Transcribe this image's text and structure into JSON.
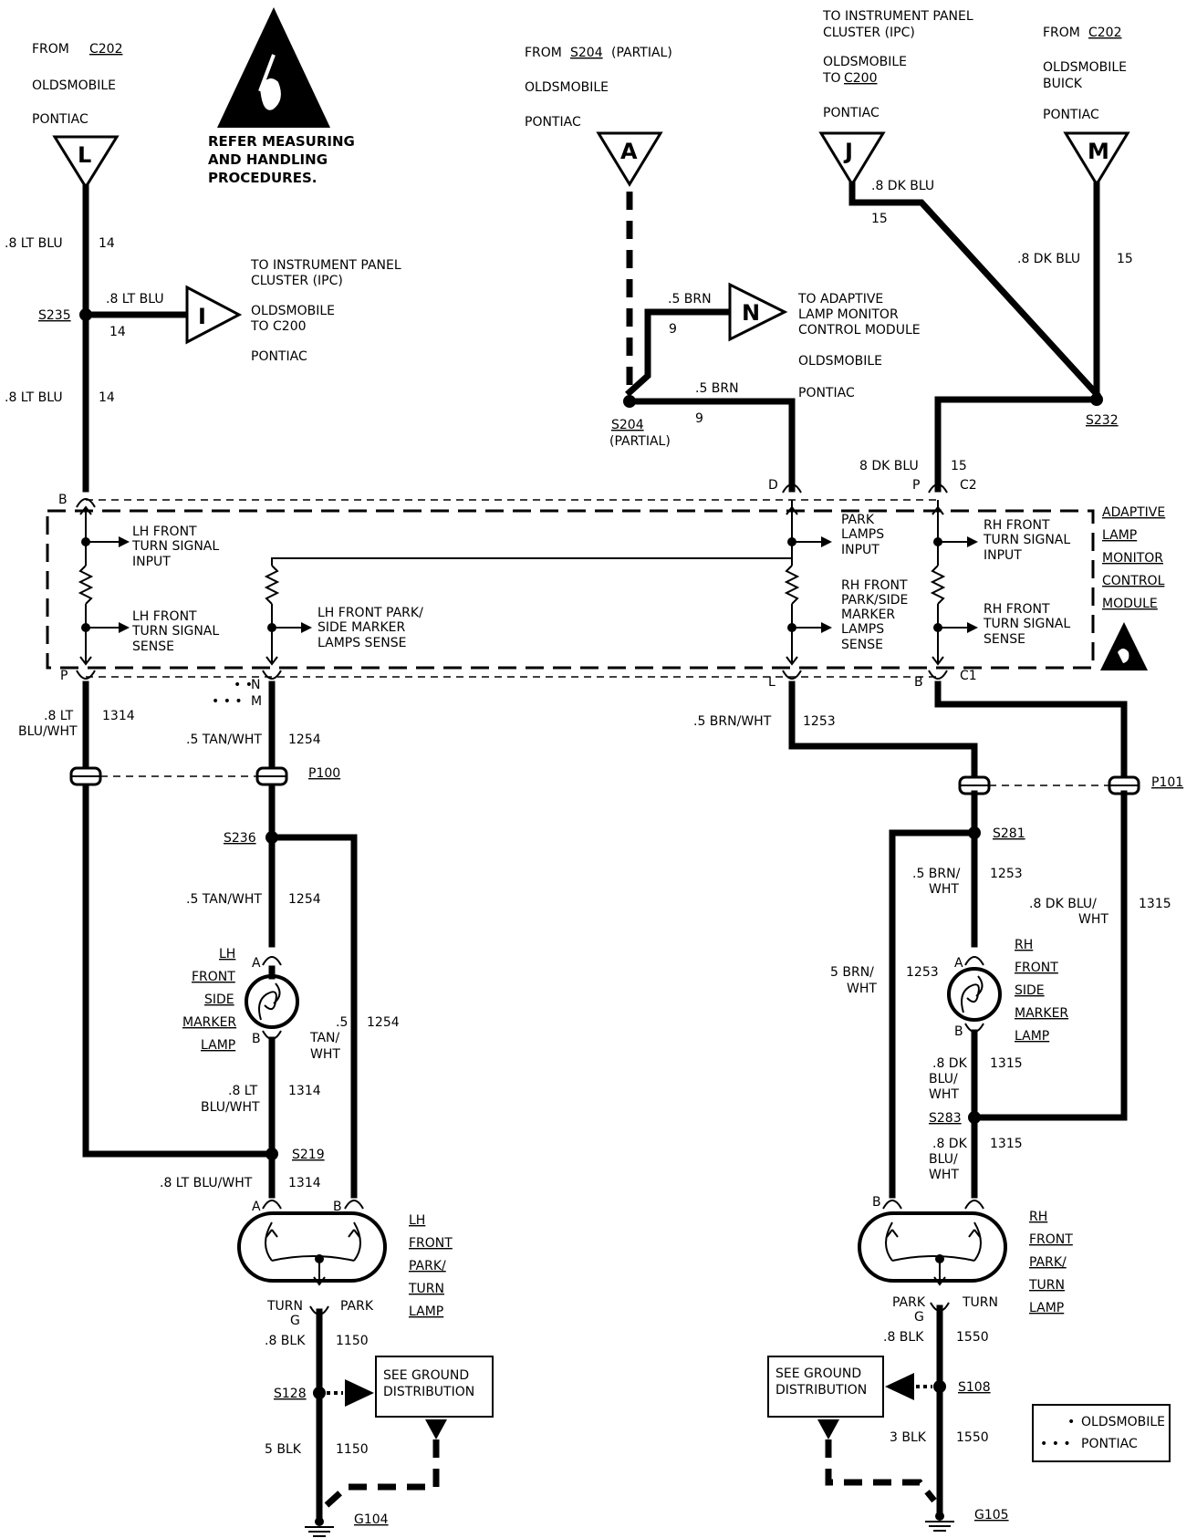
{
  "esd_top": {
    "text": [
      "REFER MEASURING",
      "AND HANDLING",
      "PROCEDURES."
    ]
  },
  "conn_L": {
    "letter": "L",
    "from": "FROM",
    "ref": "C202",
    "l1": "OLDSMOBILE",
    "l2": "PONTIAC"
  },
  "conn_A": {
    "letter": "A",
    "from": "FROM",
    "ref": "S204",
    "suffix": "(PARTIAL)",
    "l1": "OLDSMOBILE",
    "l2": "PONTIAC"
  },
  "conn_J": {
    "letter": "J",
    "l1": "TO INSTRUMENT PANEL",
    "l2": "CLUSTER (IPC)",
    "l3": "OLDSMOBILE",
    "l4": "TO",
    "l4ref": "C200",
    "l5": "PONTIAC"
  },
  "conn_M": {
    "letter": "M",
    "from": "FROM",
    "ref": "C202",
    "l1": "OLDSMOBILE",
    "l2": "BUICK",
    "l3": "PONTIAC"
  },
  "conn_I": {
    "letter": "I",
    "l1": "TO INSTRUMENT PANEL",
    "l2": "CLUSTER (IPC)",
    "l3": "OLDSMOBILE",
    "l4": "TO C200",
    "l5": "PONTIAC"
  },
  "conn_N": {
    "letter": "N",
    "l1": "TO ADAPTIVE",
    "l2": "LAMP MONITOR",
    "l3": "CONTROL MODULE",
    "l4": "OLDSMOBILE",
    "l5": "PONTIAC"
  },
  "wires": {
    "lt_blu": ".8 LT BLU",
    "c14": "14",
    "brn": ".5 BRN",
    "c9": "9",
    "dk_blu": ".8 DK BLU",
    "dk_blu_b": "8 DK BLU",
    "c15": "15",
    "lt_blu_wht_1": ".8 LT",
    "lt_blu_wht_2": "BLU/WHT",
    "c1314": "1314",
    "tan_wht": ".5 TAN/WHT",
    "c1254": "1254",
    "tan_a": ".5",
    "tan_b": "TAN/",
    "tan_c": "WHT",
    "brn_wht": ".5 BRN/WHT",
    "c1253": "1253",
    "brn_wht_a": ".5 BRN/",
    "brn_wht_b": "WHT",
    "brn5_a": "5 BRN/",
    "brn5_b": "WHT",
    "dkblu_wht_a": ".8 DK BLU/",
    "dkblu_wht_b": "WHT",
    "c1315": "1315",
    "dk_a": ".8 DK",
    "dk_b": "BLU/",
    "dk_c": "WHT",
    "lt_blu_wht_full": ".8 LT BLU/WHT",
    "blk_8": ".8 BLK",
    "c1150": "1150",
    "blk_5": "5 BLK",
    "c1550": "1550",
    "blk_3": "3 BLK"
  },
  "splices": {
    "s235": "S235",
    "s204": "S204",
    "s204b": "(PARTIAL)",
    "s232": "S232",
    "s236": "S236",
    "s219": "S219",
    "s281": "S281",
    "s283": "S283",
    "s128": "S128",
    "s108": "S108",
    "p100": "P100",
    "p101": "P101",
    "g104": "G104",
    "g105": "G105"
  },
  "pins": {
    "b": "B",
    "d": "D",
    "p": "P",
    "c2": "C2",
    "p2": "P",
    "n": "N",
    "m": "M",
    "l": "L",
    "b2": "B",
    "c1": "C1",
    "a": "A"
  },
  "module": {
    "name": [
      "ADAPTIVE",
      "LAMP",
      "MONITOR",
      "CONTROL",
      "MODULE"
    ],
    "lh_input": [
      "LH FRONT",
      "TURN SIGNAL",
      "INPUT"
    ],
    "lh_sense": [
      "LH FRONT",
      "TURN SIGNAL",
      "SENSE"
    ],
    "lh_park": [
      "LH FRONT PARK/",
      "SIDE MARKER",
      "LAMPS SENSE"
    ],
    "park_in": [
      "PARK",
      "LAMPS",
      "INPUT"
    ],
    "rh_park": [
      "RH FRONT",
      "PARK/SIDE",
      "MARKER",
      "LAMPS",
      "SENSE"
    ],
    "rh_input": [
      "RH FRONT",
      "TURN SIGNAL",
      "INPUT"
    ],
    "rh_sense": [
      "RH FRONT",
      "TURN SIGNAL",
      "SENSE"
    ]
  },
  "lamps": {
    "lh_side": [
      "LH",
      "FRONT",
      "SIDE",
      "MARKER",
      "LAMP"
    ],
    "rh_side": [
      "RH",
      "FRONT",
      "SIDE",
      "MARKER",
      "LAMP"
    ],
    "lh_park": [
      "LH",
      "FRONT",
      "PARK/",
      "TURN",
      "LAMP"
    ],
    "rh_park": [
      "RH",
      "FRONT",
      "PARK/",
      "TURN",
      "LAMP"
    ],
    "turn": "TURN",
    "park": "PARK",
    "g": "G"
  },
  "ground_box": {
    "l1": "SEE GROUND",
    "l2": "DISTRIBUTION"
  },
  "legend": {
    "solid": "OLDSMOBILE",
    "dotted": "PONTIAC",
    "dot1": "•",
    "dot3": "• • •"
  }
}
